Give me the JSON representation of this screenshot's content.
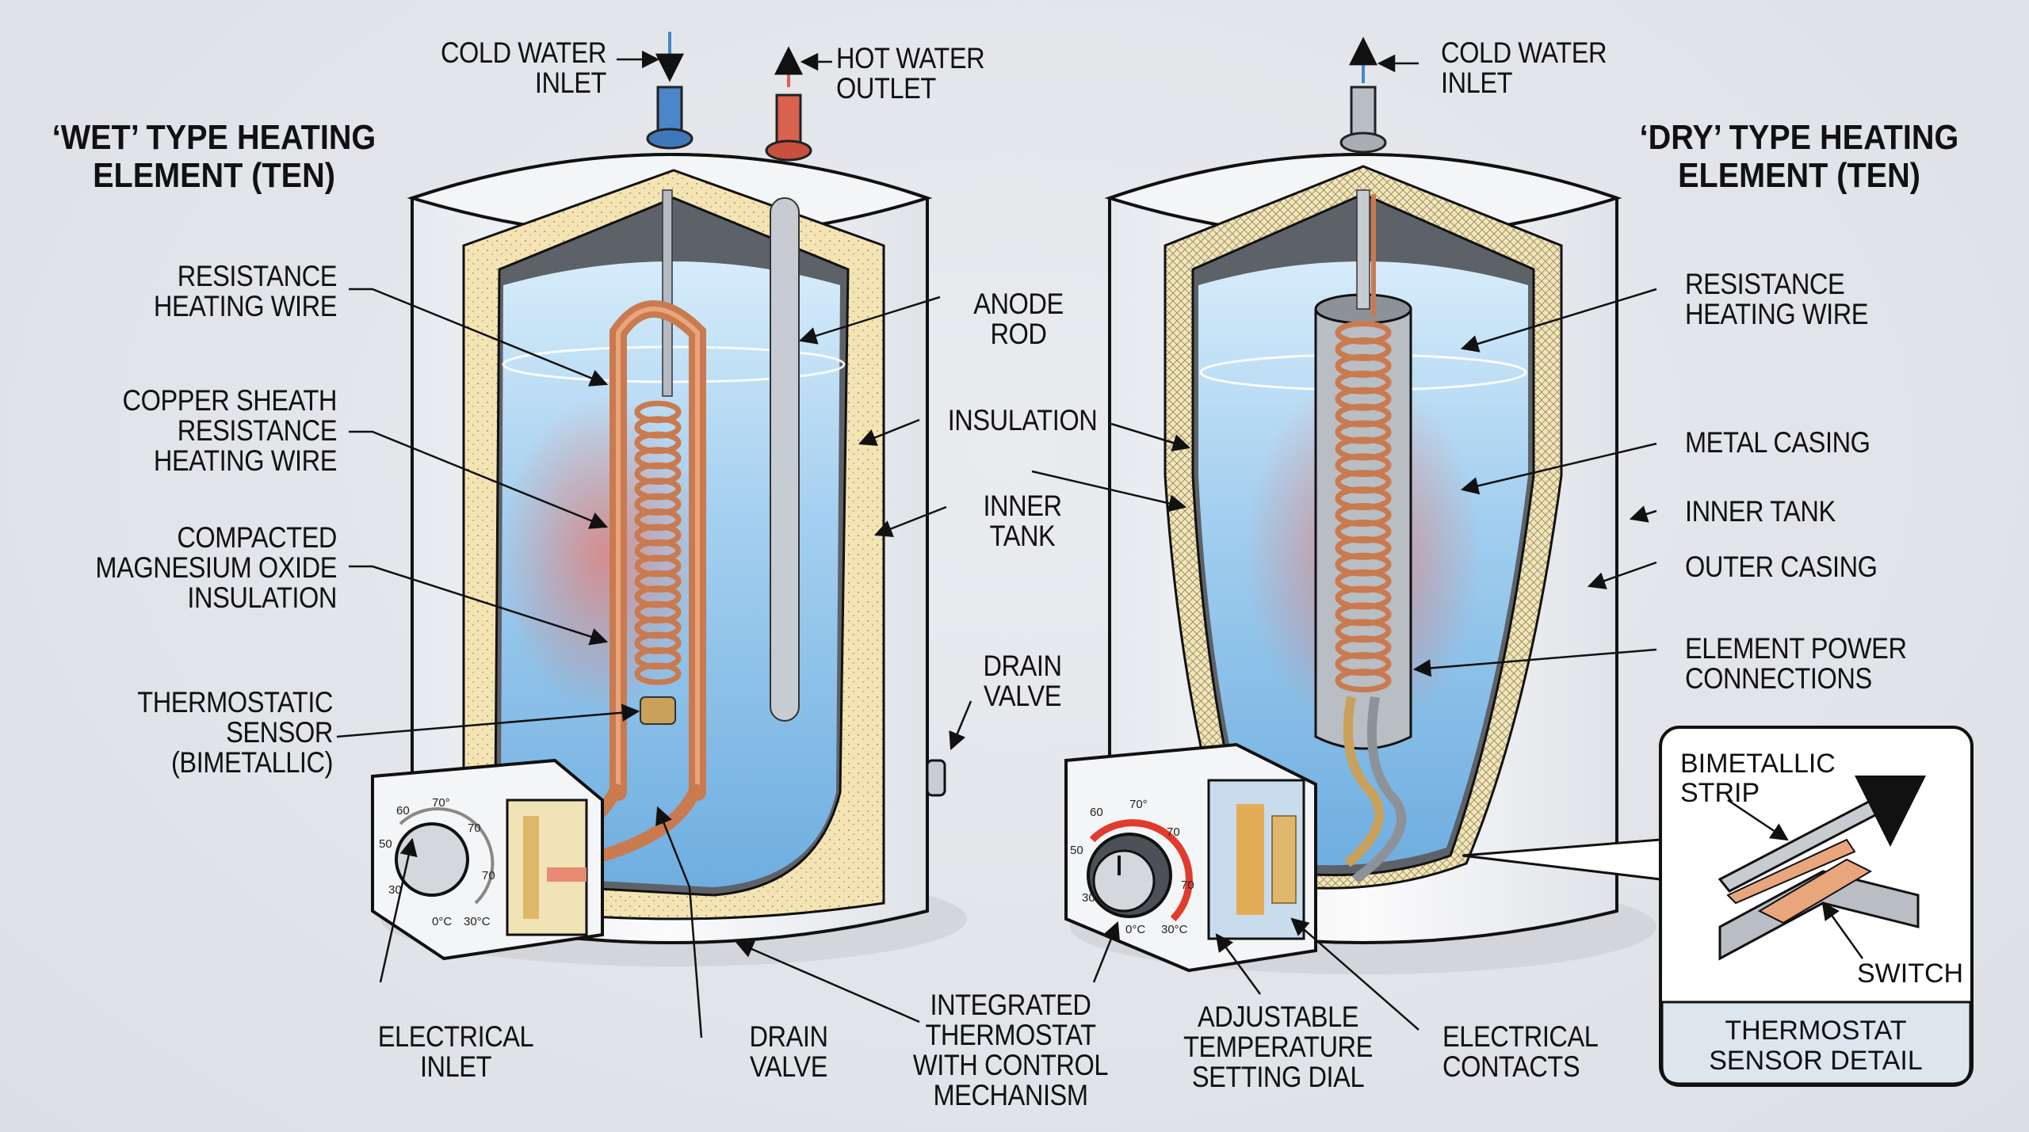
{
  "diagram": {
    "wet": {
      "title": "‘WET’ TYPE HEATING\nELEMENT (TEN)",
      "labels": {
        "cold_inlet": "COLD WATER\nINLET",
        "hot_outlet": "HOT WATER\nOUTLET",
        "resistance_wire": "RESISTANCE\nHEATING WIRE",
        "copper_sheath": "COPPER SHEATH\nRESISTANCE\nHEATING WIRE",
        "magnesium_oxide": "COMPACTED\nMAGNESIUM OXIDE\nINSULATION",
        "thermo_sensor": "THERMOSTATIC\nSENSOR\n(BIMETALLIC)",
        "electrical_inlet": "ELECTRICAL\nINLET",
        "drain_valve_bottom": "DRAIN\nVALVE"
      },
      "dial": {
        "ticks": [
          "60",
          "70°",
          "70",
          "50",
          "70",
          "30",
          "0°C",
          "30°C"
        ]
      }
    },
    "shared": {
      "anode_rod": "ANODE\nROD",
      "insulation": "INSULATION",
      "inner_tank": "INNER\nTANK",
      "drain_valve": "DRAIN\nVALVE",
      "integrated_thermostat": "INTEGRATED\nTHERMOSTAT\nWITH CONTROL\nMECHANISM"
    },
    "dry": {
      "title": "‘DRY’ TYPE HEATING\nELEMENT (TEN)",
      "labels": {
        "cold_inlet": "COLD WATER\nINLET",
        "resistance_wire": "RESISTANCE\nHEATING WIRE",
        "metal_casing": "METAL CASING",
        "inner_tank": "INNER TANK",
        "outer_casing": "OUTER CASING",
        "power_connections": "ELEMENT POWER\nCONNECTIONS",
        "adjustable_dial": "ADJUSTABLE\nTEMPERATURE\nSETTING DIAL",
        "electrical_contacts": "ELECTRICAL\nCONTACTS"
      },
      "dial": {
        "ticks": [
          "60",
          "70°",
          "70",
          "50",
          "70",
          "30",
          "0°C",
          "30°C"
        ]
      }
    },
    "inset": {
      "bimetallic_strip": "BIMETALLIC\nSTRIP",
      "switch": "SWITCH",
      "caption": "THERMOSTAT\nSENSOR DETAIL"
    },
    "colors": {
      "water": "#8fc3ea",
      "copper": "#c97a4f",
      "insulation": "#f3e3b0",
      "hot_pipe": "#d9614f",
      "cold_pipe": "#4a86c8",
      "heat": "#ef6a57"
    }
  }
}
